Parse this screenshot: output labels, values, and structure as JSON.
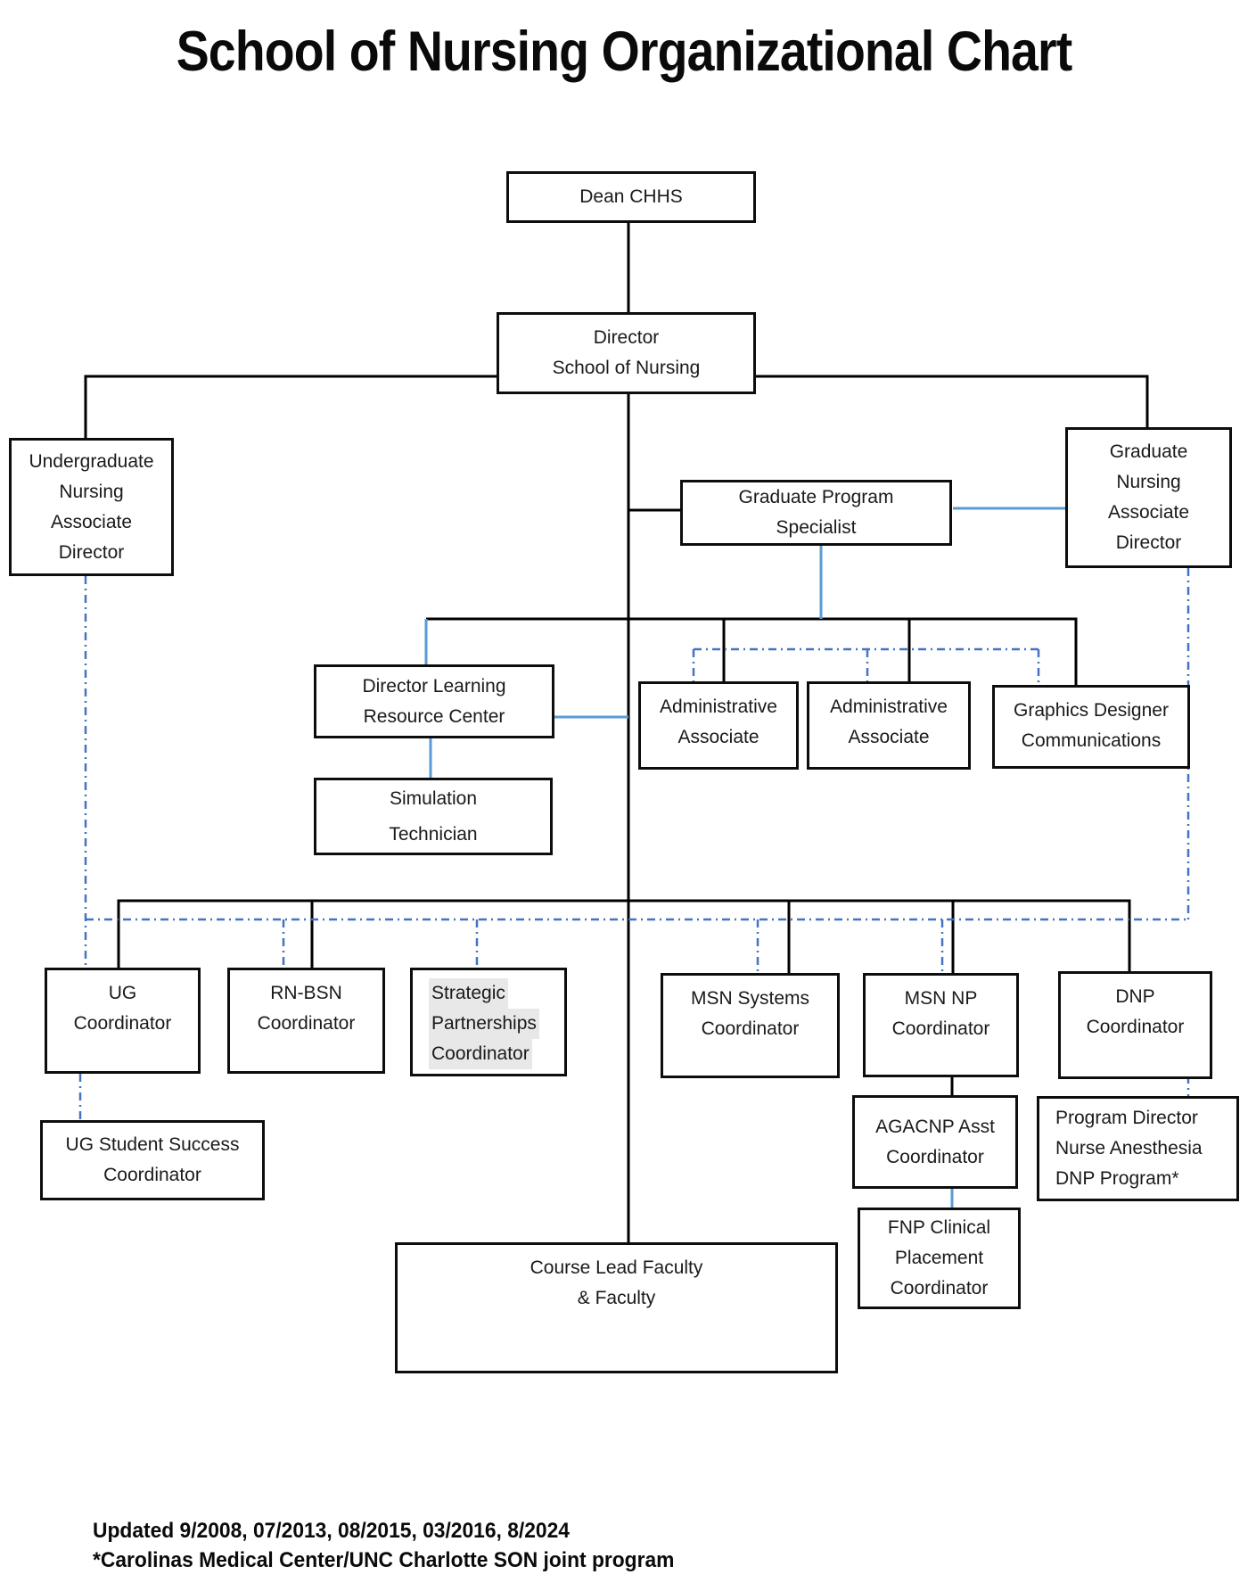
{
  "title": "School of Nursing Organizational Chart",
  "colors": {
    "box_border": "#0d0d0d",
    "line_black": "#000000",
    "line_blue_solid": "#5b9bd5",
    "line_blue_dashed": "#4472c4",
    "text_highlight": "#e8e8e8"
  },
  "boxes": {
    "dean": {
      "lines": [
        "Dean CHHS"
      ]
    },
    "director": {
      "lines": [
        "Director",
        "School of Nursing"
      ]
    },
    "ug_assoc_dir": {
      "lines": [
        "Undergraduate",
        "Nursing",
        "Associate",
        "Director"
      ]
    },
    "grad_program_specialist": {
      "lines": [
        "Graduate Program",
        "Specialist"
      ]
    },
    "grad_nursing_assoc_dir": {
      "lines": [
        "Graduate",
        "Nursing",
        "Associate",
        "Director"
      ]
    },
    "dir_lrc": {
      "lines": [
        "Director Learning",
        "Resource Center"
      ]
    },
    "admin_assoc_1": {
      "lines": [
        "Administrative",
        "Associate"
      ]
    },
    "admin_assoc_2": {
      "lines": [
        "Administrative",
        "Associate"
      ]
    },
    "graphics_designer": {
      "lines": [
        "Graphics Designer",
        "Communications"
      ]
    },
    "sim_tech": {
      "lines": [
        "Simulation",
        "Technician"
      ]
    },
    "ug_coordinator": {
      "lines": [
        "UG",
        "Coordinator"
      ]
    },
    "rn_bsn_coordinator": {
      "lines": [
        "RN-BSN",
        "Coordinator"
      ]
    },
    "strategic_partnerships": {
      "lines": [
        "Strategic",
        "Partnerships",
        "Coordinator"
      ]
    },
    "msn_systems": {
      "lines": [
        "MSN Systems",
        "Coordinator"
      ]
    },
    "msn_np": {
      "lines": [
        "MSN NP",
        "Coordinator"
      ]
    },
    "dnp": {
      "lines": [
        "DNP",
        "Coordinator"
      ]
    },
    "ug_student_success": {
      "lines": [
        "UG Student Success",
        "Coordinator"
      ]
    },
    "agacnp": {
      "lines": [
        "AGACNP Asst",
        "Coordinator"
      ]
    },
    "program_director_dnp": {
      "lines": [
        "Program Director",
        "Nurse Anesthesia",
        "DNP Program*"
      ]
    },
    "fnp": {
      "lines": [
        "FNP Clinical",
        "Placement",
        "Coordinator"
      ]
    },
    "course_lead": {
      "lines": [
        "Course Lead Faculty",
        "& Faculty"
      ]
    }
  },
  "footer": {
    "line1": "Updated 9/2008, 07/2013, 08/2015, 03/2016, 8/2024",
    "line2": "*Carolinas Medical Center/UNC Charlotte SON joint program"
  }
}
